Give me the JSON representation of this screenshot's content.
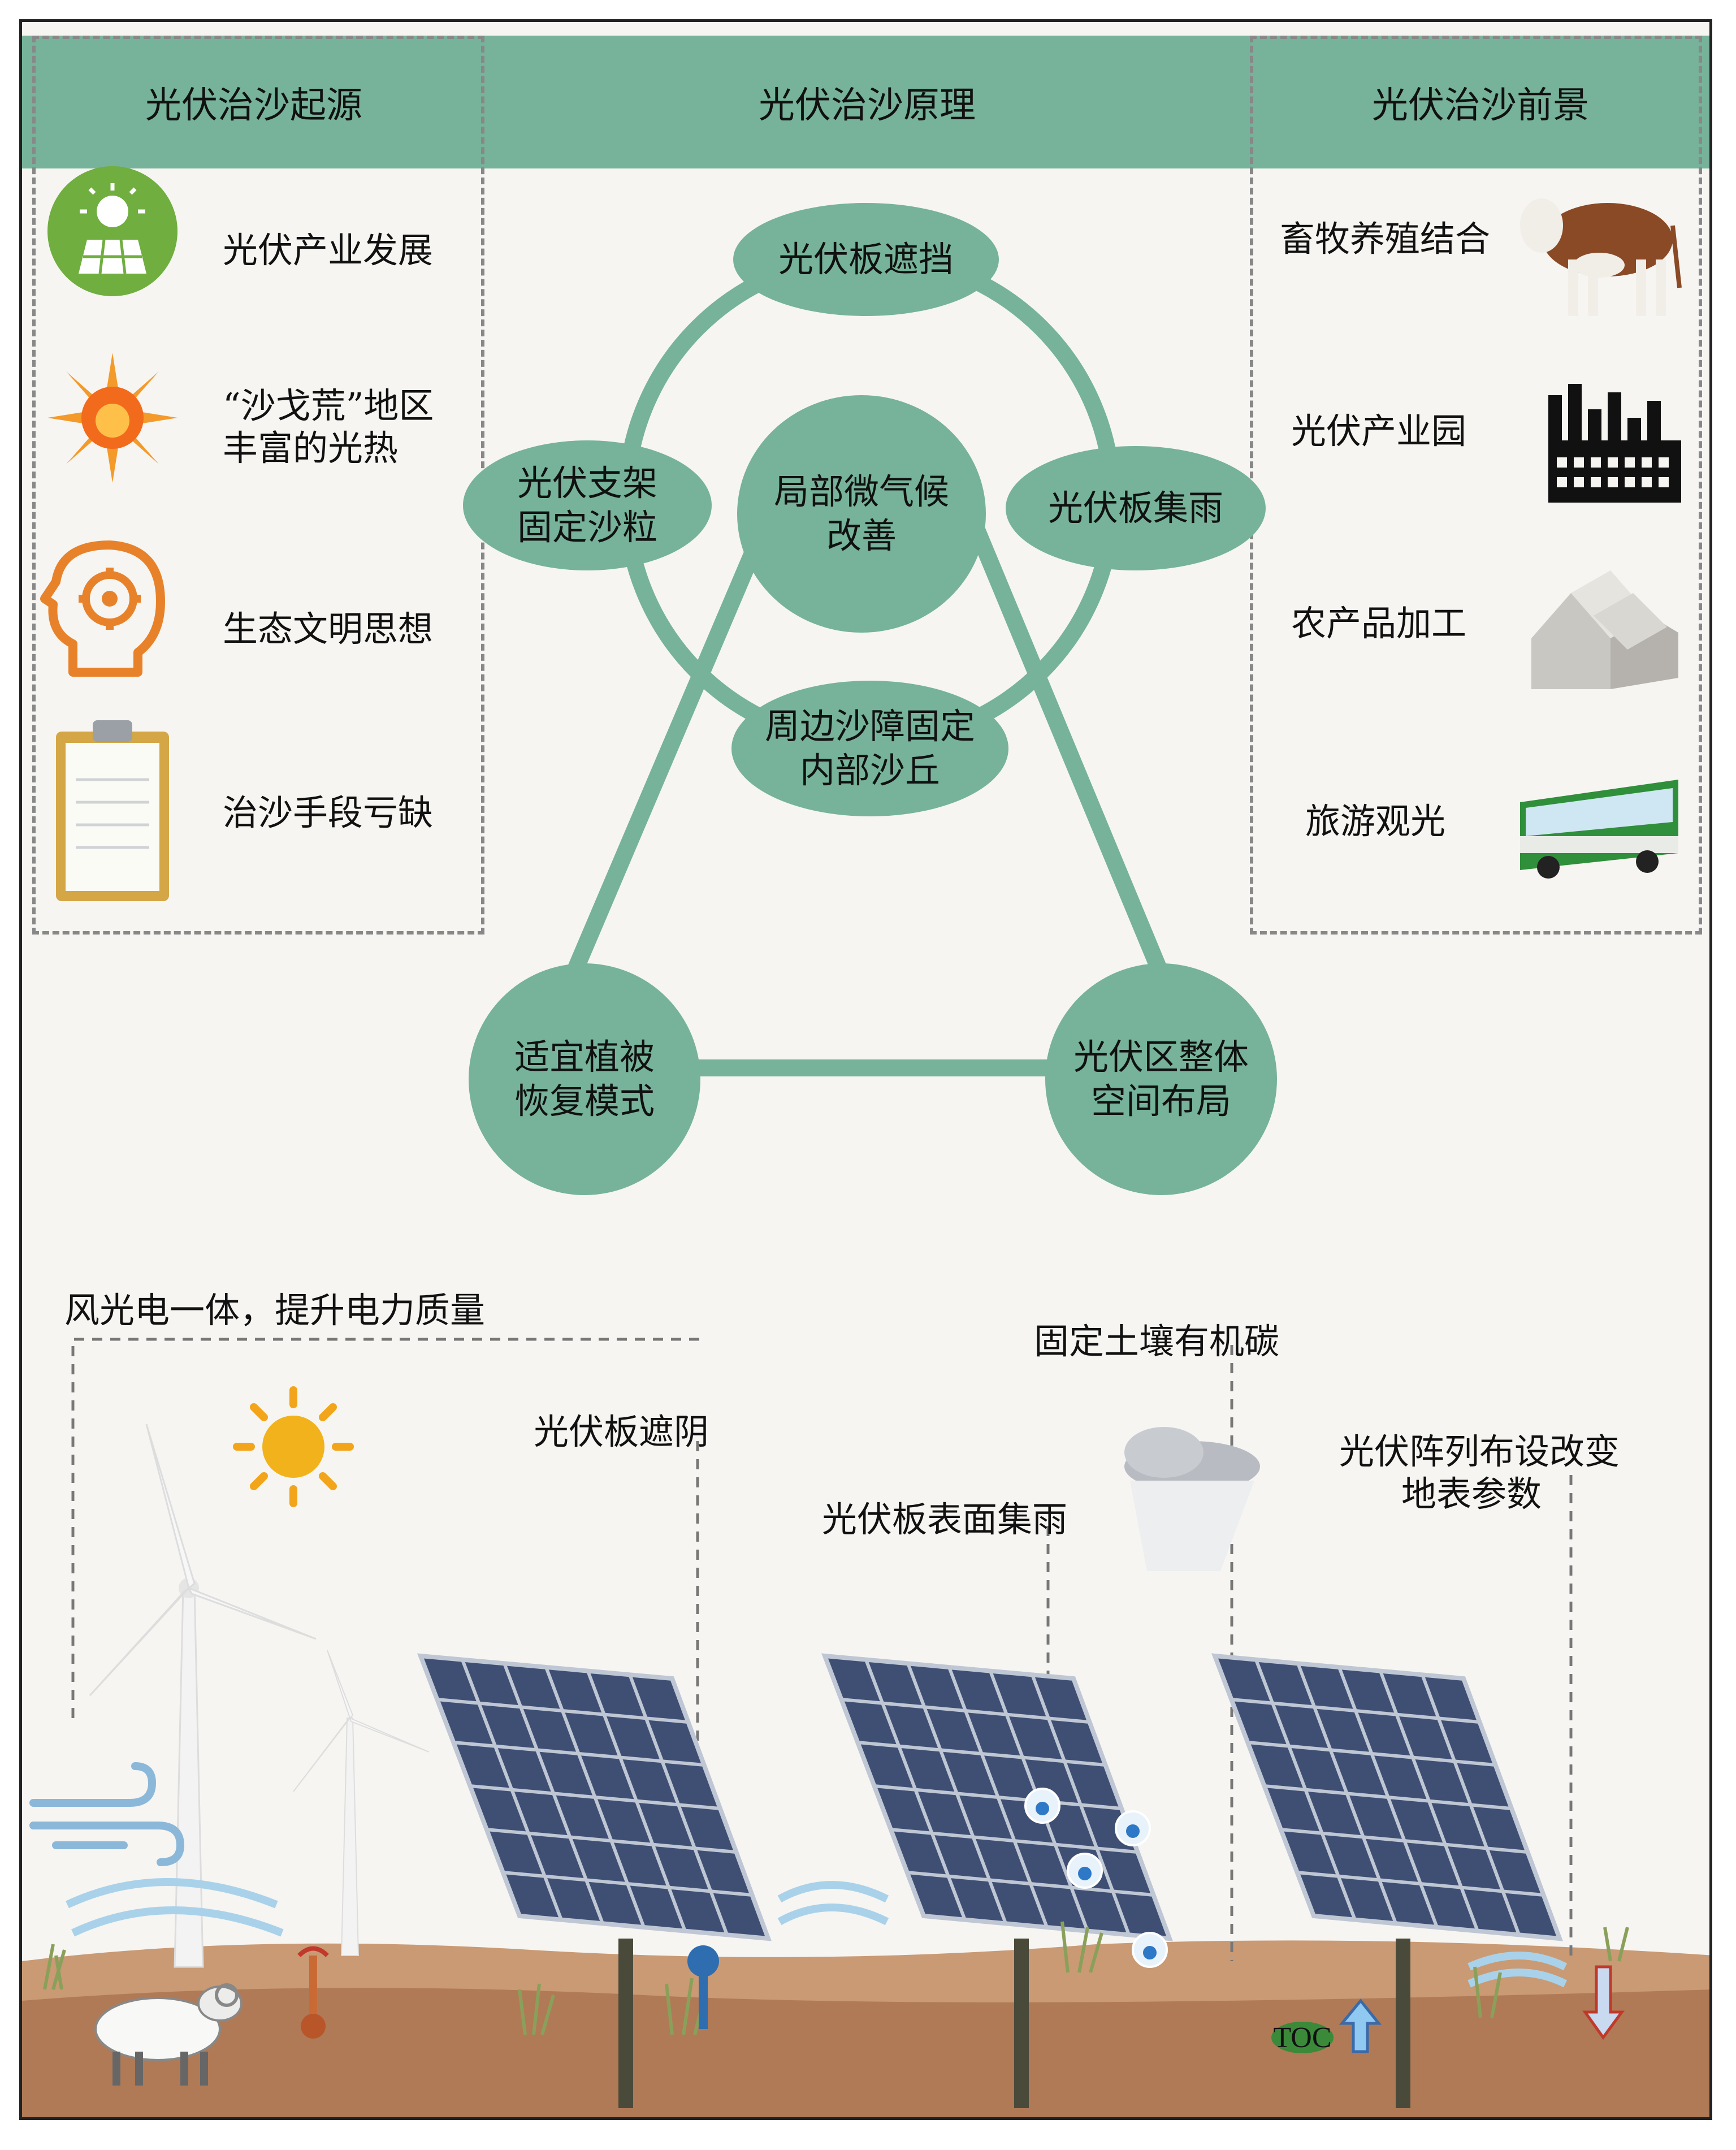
{
  "headers": {
    "left": "光伏治沙起源",
    "middle": "光伏治沙原理",
    "right": "光伏治沙前景"
  },
  "origins": [
    {
      "label": "光伏产业发展",
      "icon": "solar-panel-sun-icon"
    },
    {
      "label_line1": "“沙戈荒”地区",
      "label_line2": "丰富的光热",
      "icon": "burning-sun-icon"
    },
    {
      "label": "生态文明思想",
      "icon": "head-gear-icon"
    },
    {
      "label": "治沙手段亏缺",
      "icon": "clipboard-icon"
    }
  ],
  "principles": {
    "top": "光伏板遮挡",
    "left_line1": "光伏支架",
    "left_line2": "固定沙粒",
    "center_line1": "局部微气候",
    "center_line2": "改善",
    "right": "光伏板集雨",
    "bottom_line1": "周边沙障固定",
    "bottom_line2": "内部沙丘",
    "corner_left_line1": "适宜植被",
    "corner_left_line2": "恢复模式",
    "corner_right_line1": "光伏区整体",
    "corner_right_line2": "空间布局"
  },
  "prospects": [
    {
      "label": "畜牧养殖结合",
      "icon": "cow-icon"
    },
    {
      "label": "光伏产业园",
      "icon": "factory-icon"
    },
    {
      "label": "农产品加工",
      "icon": "warehouse-icon"
    },
    {
      "label": "旅游观光",
      "icon": "bus-icon"
    }
  ],
  "scene": {
    "wind_label": "风光电一体，提升电力质量",
    "shade_label": "光伏板遮阴",
    "rain_label": "光伏板表面集雨",
    "carbon_label": "固定土壤有机碳",
    "array_line1": "光伏阵列布设改变",
    "array_line2": "地表参数",
    "toc": "TOC"
  },
  "colors": {
    "accent_green": "#76b39a",
    "soil": "#b07a56",
    "panel": "#3f4f74"
  }
}
